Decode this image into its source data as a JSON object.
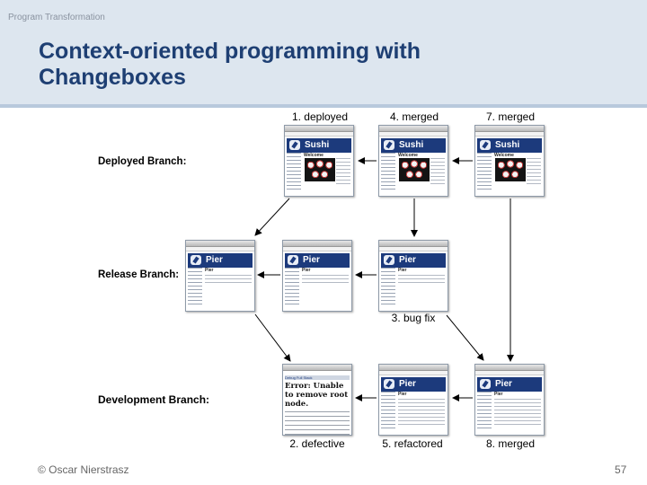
{
  "header": {
    "section": "Program Transformation",
    "title": "Context-oriented programming with Changeboxes"
  },
  "diagram": {
    "columns": [
      "1. deployed",
      "4. merged",
      "7. merged"
    ],
    "rows": [
      "Deployed Branch:",
      "Release Branch:",
      "Development Branch:"
    ],
    "annotations": {
      "bug_fix": "3. bug fix",
      "defective": "2. defective",
      "refactored": "5. refactored",
      "merged_8": "8. merged"
    },
    "thumbs": {
      "sushi": {
        "title": "Sushi",
        "heading": "Welcome"
      },
      "pier": {
        "title": "Pier",
        "heading": "Pier"
      },
      "error": {
        "header": "Debug Full Stack",
        "message": "Error: Unable to remove root node."
      }
    }
  },
  "colors": {
    "accent": "#1e3f73",
    "header_bg": "#dde6ef",
    "banner": "#1c3a7c"
  },
  "footer": {
    "author": "© Oscar Nierstrasz",
    "page": "57"
  }
}
